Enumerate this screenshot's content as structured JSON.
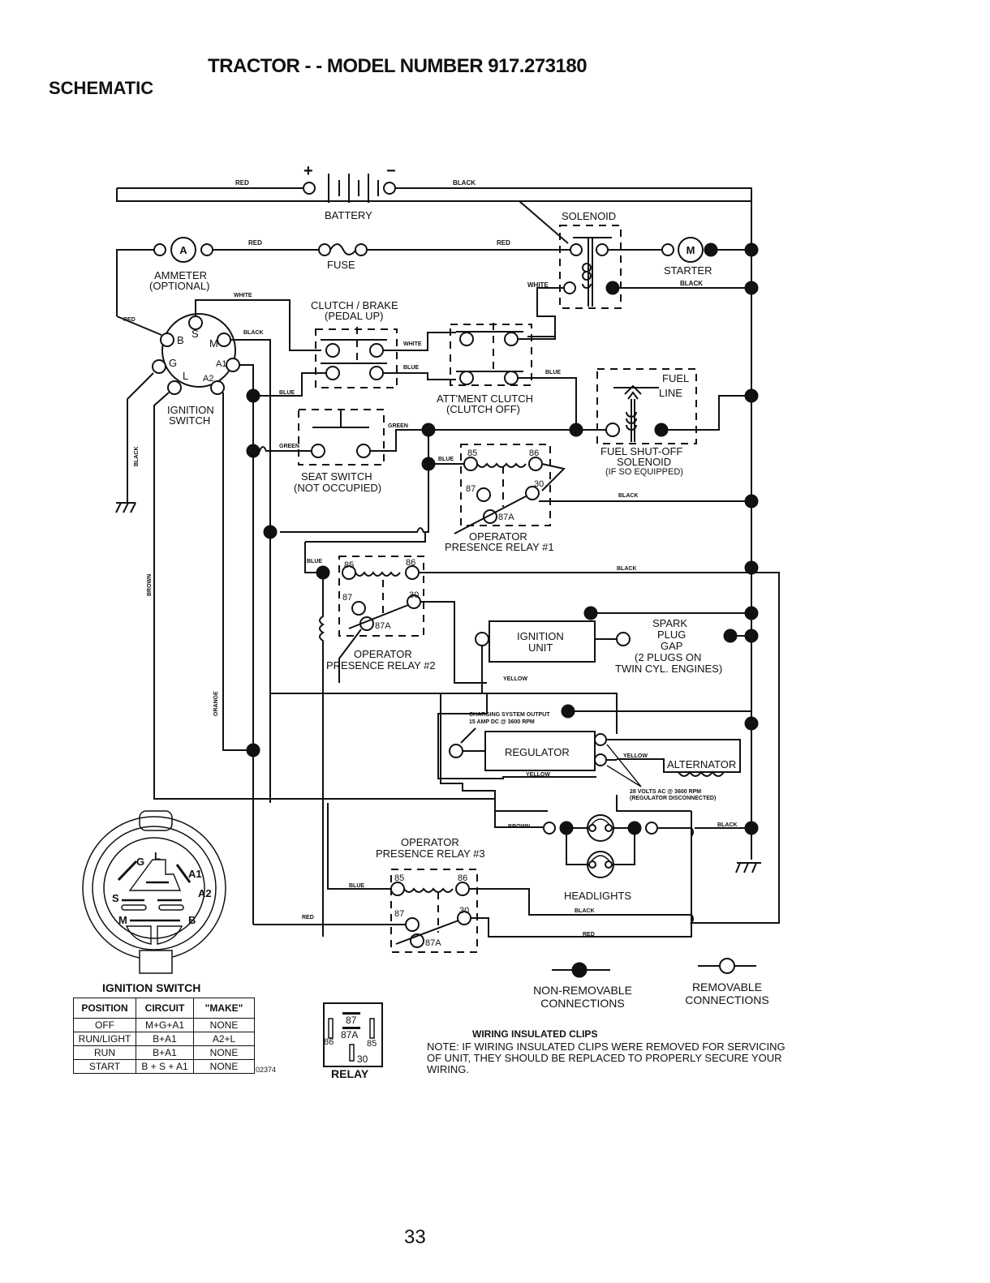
{
  "page": {
    "title": "TRACTOR - - MODEL NUMBER  917.273180",
    "section": "SCHEMATIC",
    "page_number": "33",
    "reference_code": "02374"
  },
  "components": {
    "battery": {
      "label": "BATTERY",
      "plus": "+",
      "minus": "−"
    },
    "solenoid": {
      "label": "SOLENOID"
    },
    "ammeter": {
      "label": "AMMETER",
      "sub": "(OPTIONAL)",
      "glyph": "A"
    },
    "fuse": {
      "label": "FUSE"
    },
    "starter": {
      "label": "STARTER",
      "glyph": "M"
    },
    "clutch_brake": {
      "label": "CLUTCH / BRAKE",
      "sub": "(PEDAL UP)"
    },
    "attment_clutch": {
      "label": "ATT'MENT CLUTCH",
      "sub": "(CLUTCH OFF)"
    },
    "ignition_switch": {
      "label": "IGNITION",
      "sub": "SWITCH",
      "terminals": [
        "B",
        "S",
        "M",
        "G",
        "A1",
        "L",
        "A2"
      ]
    },
    "fuel_solenoid": {
      "label": "FUEL SHUT-OFF",
      "sub": "SOLENOID",
      "note": "(IF SO EQUIPPED)",
      "fuel_line": "FUEL",
      "fuel_line2": "LINE"
    },
    "seat_switch": {
      "label": "SEAT SWITCH",
      "sub": "(NOT OCCUPIED)"
    },
    "relay1": {
      "label": "OPERATOR",
      "sub": "PRESENCE RELAY #1"
    },
    "relay2": {
      "label": "OPERATOR",
      "sub": "PRESENCE RELAY #2"
    },
    "relay3": {
      "label": "OPERATOR",
      "sub": "PRESENCE RELAY #3"
    },
    "relay_pins": {
      "p85": "85",
      "p86": "86",
      "p87": "87",
      "p30": "30",
      "p87a": "87A"
    },
    "ignition_unit": {
      "label": "IGNITION",
      "sub": "UNIT"
    },
    "spark_plug": {
      "l1": "SPARK",
      "l2": "PLUG",
      "l3": "GAP",
      "l4": "(2 PLUGS ON",
      "l5": "TWIN CYL. ENGINES)"
    },
    "regulator": {
      "label": "REGULATOR",
      "output_note1": "CHARGING SYSTEM OUTPUT",
      "output_note2": "15 AMP DC @ 3600 RPM"
    },
    "alternator": {
      "label": "ALTERNATOR",
      "note1": "28 VOLTS AC @ 3600 RPM",
      "note2": "(REGULATOR DISCONNECTED)"
    },
    "headlights": {
      "label": "HEADLIGHTS"
    }
  },
  "wire_labels": {
    "red": "RED",
    "black": "BLACK",
    "white": "WHITE",
    "blue": "BLUE",
    "green": "GREEN",
    "brown": "BROWN",
    "orange": "ORANGE",
    "yellow": "YELLOW"
  },
  "switch_face": {
    "labels": [
      "G",
      "L",
      "A1",
      "A2",
      "S",
      "M",
      "B"
    ]
  },
  "ignition_table": {
    "caption": "IGNITION SWITCH",
    "headers": [
      "POSITION",
      "CIRCUIT",
      "\"MAKE\""
    ],
    "rows": [
      [
        "OFF",
        "M+G+A1",
        "NONE"
      ],
      [
        "RUN/LIGHT",
        "B+A1",
        "A2+L"
      ],
      [
        "RUN",
        "B+A1",
        "NONE"
      ],
      [
        "START",
        "B + S + A1",
        "NONE"
      ]
    ]
  },
  "relay_key": {
    "label": "RELAY",
    "pins": [
      "87",
      "87A",
      "86",
      "85",
      "30"
    ]
  },
  "legend": {
    "non_removable": [
      "NON-REMOVABLE",
      "CONNECTIONS"
    ],
    "removable": [
      "REMOVABLE",
      "CONNECTIONS"
    ]
  },
  "clips": {
    "title": "WIRING INSULATED CLIPS",
    "note": "NOTE: IF WIRING INSULATED CLIPS WERE REMOVED FOR SERVICING OF UNIT, THEY SHOULD BE REPLACED TO PROPERLY SECURE YOUR WIRING."
  }
}
